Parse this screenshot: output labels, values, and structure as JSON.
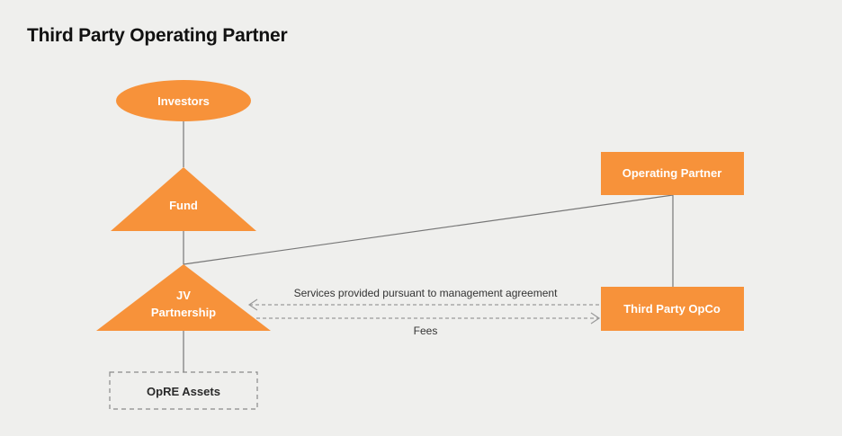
{
  "title": "Third Party Operating Partner",
  "colors": {
    "node_fill": "#f7923a",
    "node_text": "#ffffff",
    "line": "#777777",
    "dashed_line": "#9a9a9a",
    "background": "#efefed"
  },
  "nodes": {
    "investors": "Investors",
    "fund": "Fund",
    "jv_line1": "JV",
    "jv_line2": "Partnership",
    "opre_assets": "OpRE Assets",
    "operating_partner": "Operating Partner",
    "third_party_opco": "Third Party OpCo"
  },
  "edges": {
    "services": "Services provided pursuant to management agreement",
    "fees": "Fees"
  }
}
